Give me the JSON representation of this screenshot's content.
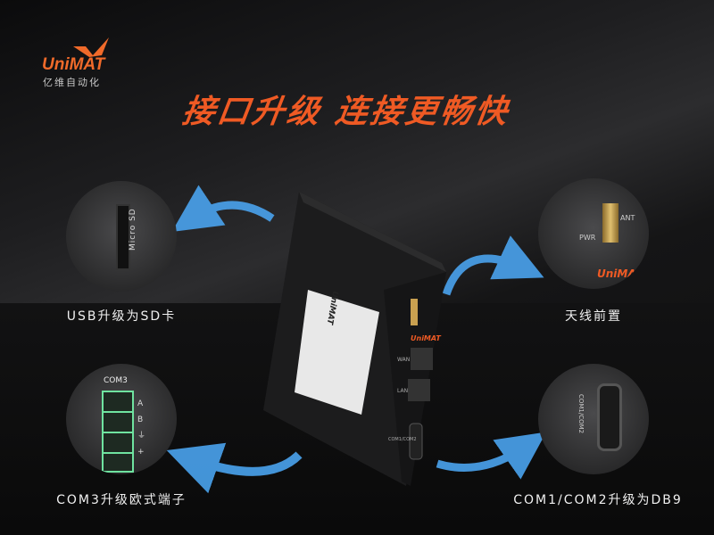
{
  "logo": {
    "brand": "UniMAT",
    "subtitle": "亿维自动化"
  },
  "headline": "接口升级 连接更畅快",
  "features": [
    {
      "caption": "USB升级为SD卡",
      "label": "Micro SD"
    },
    {
      "caption": "天线前置",
      "labels": [
        "PWR",
        "ANT",
        "UniMAT"
      ]
    },
    {
      "caption": "COM3升级欧式端子",
      "label": "COM3",
      "pins": [
        "A",
        "B",
        "⏚",
        "+"
      ]
    },
    {
      "caption": "COM1/COM2升级为DB9",
      "label": "COM1/COM2"
    }
  ],
  "device": {
    "brand": "UniMAT",
    "ports": [
      "WAN",
      "LAN",
      "COM1/COM2"
    ]
  },
  "colors": {
    "accent": "#ef5a24",
    "arrow": "#4aa3ee",
    "terminal": "#6fe3a0"
  }
}
